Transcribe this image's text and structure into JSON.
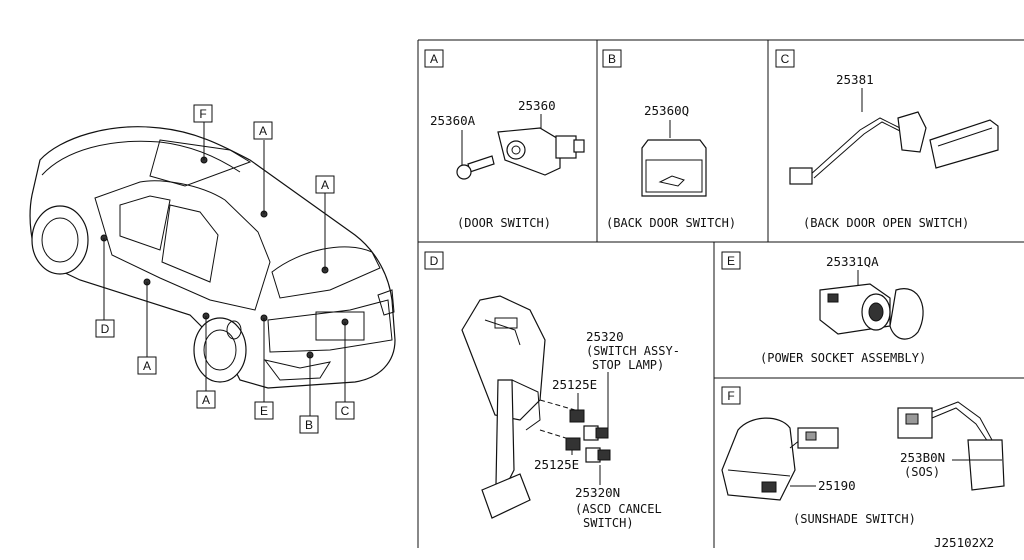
{
  "car_callouts": [
    {
      "letter": "F"
    },
    {
      "letter": "A"
    },
    {
      "letter": "A"
    },
    {
      "letter": "D"
    },
    {
      "letter": "A"
    },
    {
      "letter": "A"
    },
    {
      "letter": "E"
    },
    {
      "letter": "B"
    },
    {
      "letter": "C"
    }
  ],
  "panels": {
    "A": {
      "letter": "A",
      "parts": [
        "25360A",
        "25360"
      ],
      "caption": "(DOOR SWITCH)"
    },
    "B": {
      "letter": "B",
      "parts": [
        "25360Q"
      ],
      "caption": "(BACK DOOR SWITCH)"
    },
    "C": {
      "letter": "C",
      "parts": [
        "25381"
      ],
      "caption": "(BACK DOOR OPEN SWITCH)"
    },
    "D": {
      "letter": "D",
      "parts": [
        "25320",
        "25125E",
        "25125E",
        "25320N"
      ],
      "notes": [
        "(SWITCH ASSY-",
        "STOP LAMP)",
        "(ASCD CANCEL",
        "SWITCH)"
      ]
    },
    "E": {
      "letter": "E",
      "parts": [
        "25331QA"
      ],
      "caption": "(POWER SOCKET ASSEMBLY)"
    },
    "F": {
      "letter": "F",
      "parts": [
        "25190",
        "253B0N"
      ],
      "notes": [
        "(SOS)"
      ],
      "caption": "(SUNSHADE SWITCH)"
    }
  },
  "diagram_code": "J25102X2"
}
